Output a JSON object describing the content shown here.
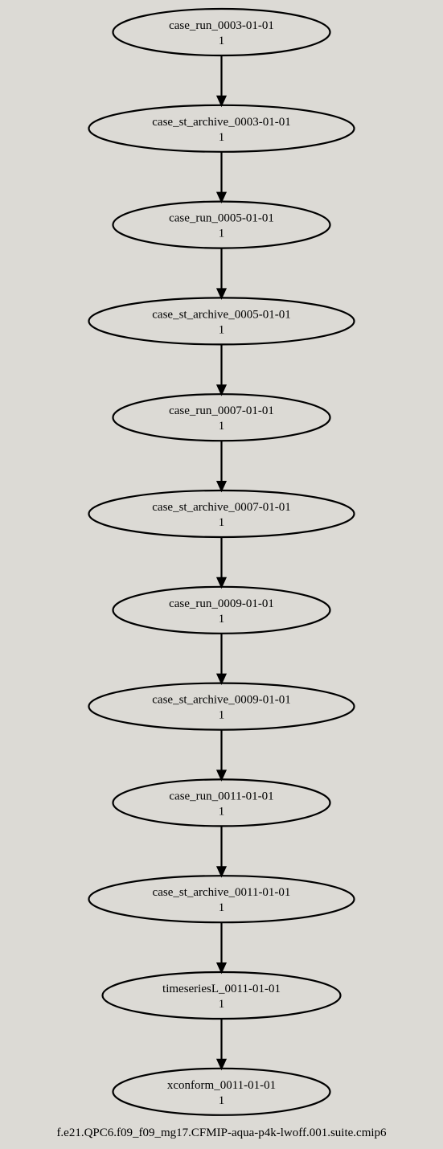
{
  "graph": {
    "caption": "f.e21.QPC6.f09_f09_mg17.CFMIP-aqua-p4k-lwoff.001.suite.cmip6",
    "colors": {
      "background": "#dcdad5",
      "stroke": "#000000",
      "text": "#000000"
    },
    "nodes": [
      {
        "id": "n0",
        "label": "case_run_0003-01-01",
        "count": "1"
      },
      {
        "id": "n1",
        "label": "case_st_archive_0003-01-01",
        "count": "1"
      },
      {
        "id": "n2",
        "label": "case_run_0005-01-01",
        "count": "1"
      },
      {
        "id": "n3",
        "label": "case_st_archive_0005-01-01",
        "count": "1"
      },
      {
        "id": "n4",
        "label": "case_run_0007-01-01",
        "count": "1"
      },
      {
        "id": "n5",
        "label": "case_st_archive_0007-01-01",
        "count": "1"
      },
      {
        "id": "n6",
        "label": "case_run_0009-01-01",
        "count": "1"
      },
      {
        "id": "n7",
        "label": "case_st_archive_0009-01-01",
        "count": "1"
      },
      {
        "id": "n8",
        "label": "case_run_0011-01-01",
        "count": "1"
      },
      {
        "id": "n9",
        "label": "case_st_archive_0011-01-01",
        "count": "1"
      },
      {
        "id": "n10",
        "label": "timeseriesL_0011-01-01",
        "count": "1"
      },
      {
        "id": "n11",
        "label": "xconform_0011-01-01",
        "count": "1"
      }
    ],
    "edges": [
      {
        "from": "n0",
        "to": "n1"
      },
      {
        "from": "n1",
        "to": "n2"
      },
      {
        "from": "n2",
        "to": "n3"
      },
      {
        "from": "n3",
        "to": "n4"
      },
      {
        "from": "n4",
        "to": "n5"
      },
      {
        "from": "n5",
        "to": "n6"
      },
      {
        "from": "n6",
        "to": "n7"
      },
      {
        "from": "n7",
        "to": "n8"
      },
      {
        "from": "n8",
        "to": "n9"
      },
      {
        "from": "n9",
        "to": "n10"
      },
      {
        "from": "n10",
        "to": "n11"
      }
    ]
  }
}
